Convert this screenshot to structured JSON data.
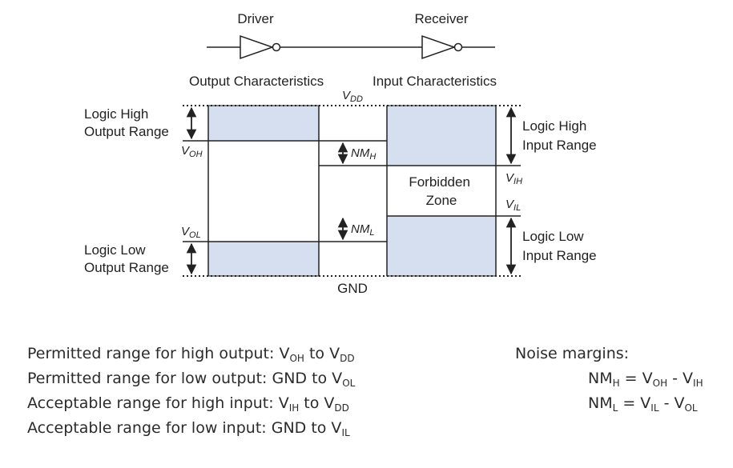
{
  "diagram": {
    "driver_label": "Driver",
    "receiver_label": "Receiver",
    "output_characteristics": "Output Characteristics",
    "input_characteristics": "Input Characteristics",
    "vdd": {
      "base": "V",
      "sub": "DD"
    },
    "gnd": "GND",
    "voh": {
      "base": "V",
      "sub": "OH"
    },
    "vol": {
      "base": "V",
      "sub": "OL"
    },
    "vih": {
      "base": "V",
      "sub": "IH"
    },
    "vil": {
      "base": "V",
      "sub": "IL"
    },
    "nmh": {
      "base": "NM",
      "sub": "H"
    },
    "nml": {
      "base": "NM",
      "sub": "L"
    },
    "logic_high_output": [
      "Logic High",
      "Output Range"
    ],
    "logic_low_output": [
      "Logic Low",
      "Output Range"
    ],
    "logic_high_input": [
      "Logic High",
      "Input Range"
    ],
    "logic_low_input": [
      "Logic  Low",
      "Input Range"
    ],
    "forbidden_zone": [
      "Forbidden",
      "Zone"
    ],
    "colors": {
      "range_fill": "#d5dff0",
      "line": "#222222"
    }
  },
  "notes": {
    "ranges": [
      {
        "pre": "Permitted range for high output: V",
        "s1": "OH",
        "mid": " to V",
        "s2": "DD"
      },
      {
        "pre": "Permitted range for  low output: GND to V",
        "s1": "OL",
        "mid": "",
        "s2": ""
      },
      {
        "pre": "Acceptable range for high input: V",
        "s1": "IH",
        "mid": " to V",
        "s2": "DD"
      },
      {
        "pre": "Acceptable range for  low input: GND to V",
        "s1": "IL",
        "mid": "",
        "s2": ""
      }
    ],
    "noise_title": "Noise margins:",
    "nm_h": {
      "a": "NM",
      "as": "H",
      "b": " = V",
      "bs": "OH",
      "c": " - V",
      "cs": "IH"
    },
    "nm_l": {
      "a": "NM",
      "as": "L",
      "b": " = V",
      "bs": "IL",
      "c": " - V",
      "cs": "OL"
    }
  }
}
